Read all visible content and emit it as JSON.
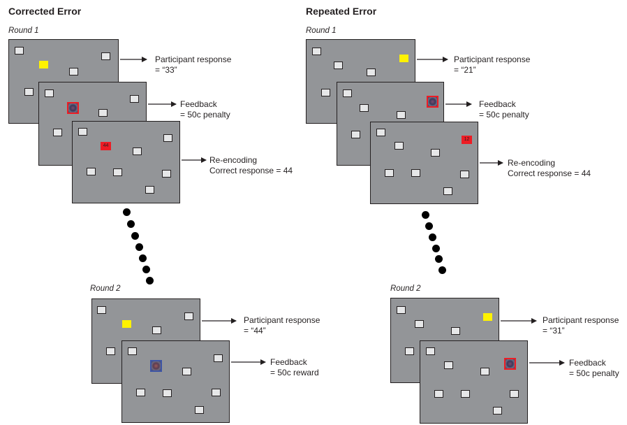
{
  "left": {
    "heading": "Corrected Error",
    "round1": "Round 1",
    "round2": "Round 2",
    "r1_response": [
      "Participant response",
      "= “33”"
    ],
    "r1_feedback": [
      "Feedback",
      "= 50c penalty"
    ],
    "r1_reencoding": [
      "Re-encoding",
      "Correct response = 44"
    ],
    "r1_red_number": "44",
    "r2_response": [
      "Participant response",
      "= “44”"
    ],
    "r2_feedback": [
      "Feedback",
      "= 50c reward"
    ]
  },
  "right": {
    "heading": "Repeated Error",
    "round1": "Round 1",
    "round2": "Round 2",
    "r1_response": [
      "Participant response",
      "= “21”"
    ],
    "r1_feedback": [
      "Feedback",
      "= 50c penalty"
    ],
    "r1_reencoding": [
      "Re-encoding",
      "Correct response = 44"
    ],
    "r1_red_number": "12",
    "r2_response": [
      "Participant response",
      "= “31”"
    ],
    "r2_feedback": [
      "Feedback",
      "= 50c penalty"
    ]
  },
  "colors": {
    "screen": "#939598",
    "card": "#e6e7e8",
    "highlight": "#fff200",
    "error": "#ed1c24",
    "reward_border": "#3e55a4"
  },
  "icons": {
    "feedback_penalty": "feedback-face-penalty-icon",
    "feedback_reward": "feedback-face-reward-icon"
  }
}
